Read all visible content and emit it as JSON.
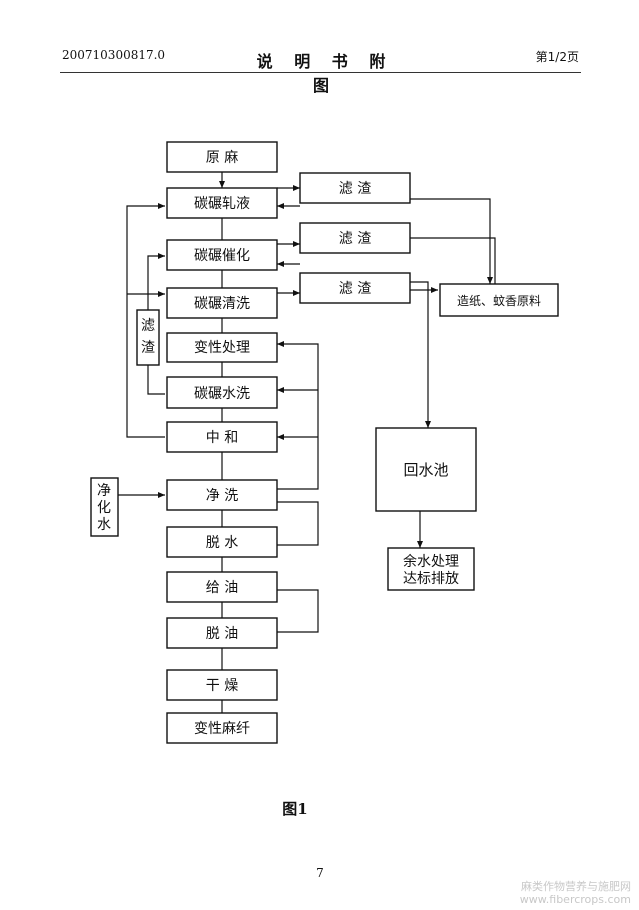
{
  "header": {
    "doc_number": "200710300817.0",
    "title": "说 明 书 附 图",
    "page_info": "第1/2页"
  },
  "flow": {
    "main_steps": [
      "原  麻",
      "碳碾轧液",
      "碳碾催化",
      "碳碾清洗",
      "变性处理",
      "碳碾水洗",
      "中  和",
      "净  洗",
      "脱  水",
      "给  油",
      "脱  油",
      "干  燥",
      "变性麻纤"
    ],
    "residue_boxes": [
      "滤  渣",
      "滤  渣",
      "滤  渣"
    ],
    "side_residue": "滤渣",
    "clean_water": "净化水",
    "byproduct": "造纸、蚊香原料",
    "return_pool": "回水池",
    "discharge": [
      "余水处理",
      "达标排放"
    ]
  },
  "figure_caption": "图1",
  "page_number": "7",
  "watermark": [
    "麻类作物营养与施肥网",
    "www.fibercrops.com"
  ]
}
